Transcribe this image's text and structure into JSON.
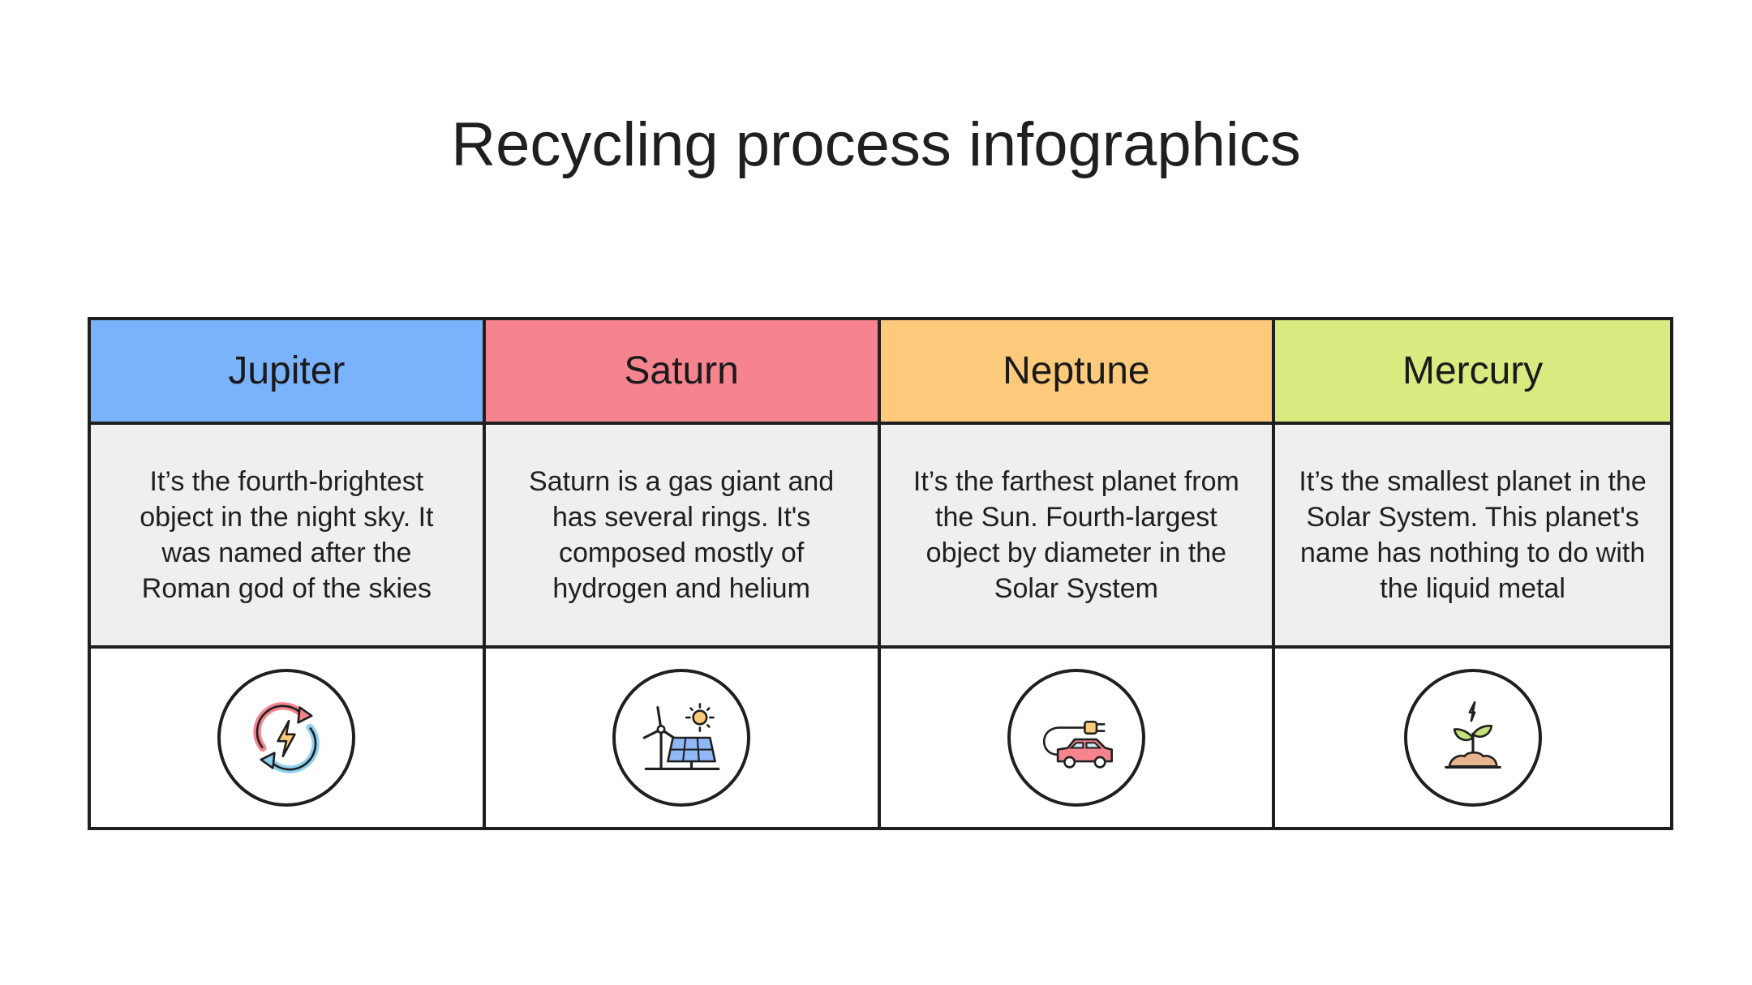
{
  "title": "Recycling process infographics",
  "columns": [
    {
      "name": "Jupiter",
      "color": "#7ab3fc",
      "text": "It’s the fourth-brightest object in the night sky. It was named after the Roman god of the skies",
      "icon": "renewable-energy-cycle-icon"
    },
    {
      "name": "Saturn",
      "color": "#f5848f",
      "text": "Saturn is a gas giant and has several rings. It's composed mostly of hydrogen and helium",
      "icon": "wind-solar-power-icon"
    },
    {
      "name": "Neptune",
      "color": "#fdca7c",
      "text": "It’s the farthest planet from the Sun. Fourth-largest object by diameter in the Solar System",
      "icon": "electric-car-icon"
    },
    {
      "name": "Mercury",
      "color": "#d8ea80",
      "text": "It’s the smallest planet in the Solar System. This planet's name has nothing to do with the liquid metal",
      "icon": "sprout-energy-icon"
    }
  ]
}
